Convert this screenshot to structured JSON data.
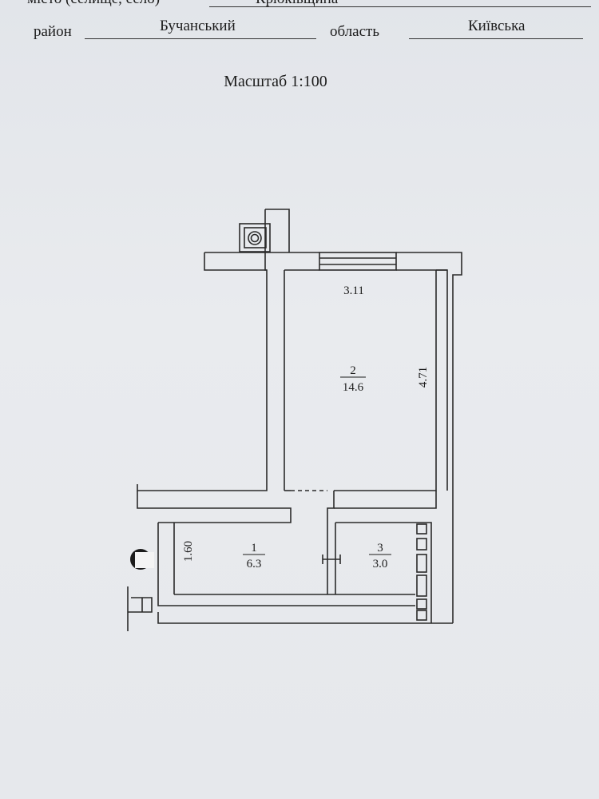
{
  "header": {
    "city_label": "місто (селище, село)",
    "city_value": "Крюківщина",
    "district_label": "район",
    "district_value": "Бучанський",
    "region_label": "область",
    "region_value": "Київська"
  },
  "scale": "Масштаб 1:100",
  "plan": {
    "rooms": [
      {
        "number": "1",
        "area": "6.3"
      },
      {
        "number": "2",
        "area": "14.6"
      },
      {
        "number": "3",
        "area": "3.0"
      }
    ],
    "dimensions": {
      "room2_width": "3.11",
      "room2_length": "4.71",
      "room1_width": "1.60"
    }
  }
}
